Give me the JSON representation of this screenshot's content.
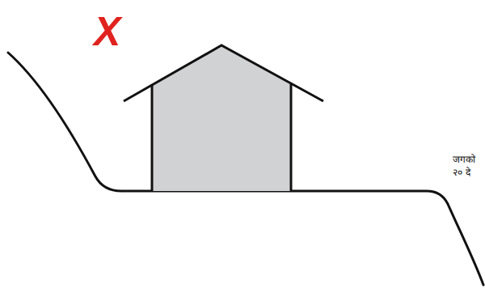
{
  "diagram": {
    "labels": [
      "X",
      "जगको",
      "२० दे"
    ]
  }
}
